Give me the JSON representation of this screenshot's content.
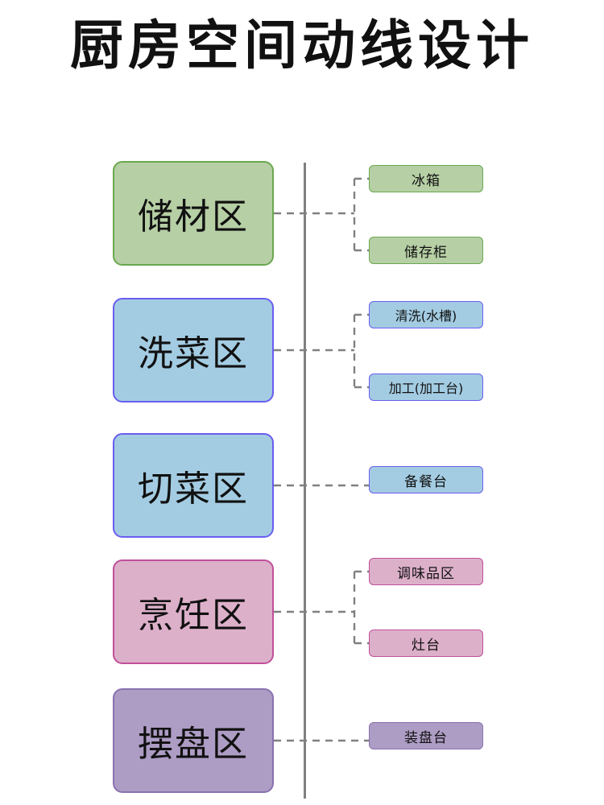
{
  "title": "厨房空间动线设计",
  "colors": {
    "spine": "#808080",
    "connector": "#808080",
    "green_fill": "#b6cfa5",
    "green_stroke": "#6aa84f",
    "blue_fill": "#a3cce2",
    "blue_stroke": "#6a5df0",
    "pink_fill": "#ddb0ca",
    "pink_stroke": "#c0509a",
    "purple_fill": "#ad9cc4",
    "purple_stroke": "#8a72b0",
    "text": "#111111",
    "background": "#ffffff"
  },
  "diagram": {
    "type": "flow-spine",
    "orientation": "vertical",
    "zones": [
      {
        "id": "storage",
        "label": "储材区",
        "fill": "#b6cfa5",
        "stroke": "#6aa84f",
        "items": [
          {
            "label": "冰箱"
          },
          {
            "label": "储存柜"
          }
        ]
      },
      {
        "id": "washing",
        "label": "洗菜区",
        "fill": "#a3cce2",
        "stroke": "#6a5df0",
        "items": [
          {
            "label": "清洗(水槽)"
          },
          {
            "label": "加工(加工台)"
          }
        ]
      },
      {
        "id": "cutting",
        "label": "切菜区",
        "fill": "#a3cce2",
        "stroke": "#6a5df0",
        "items": [
          {
            "label": "备餐台"
          }
        ]
      },
      {
        "id": "cooking",
        "label": "烹饪区",
        "fill": "#ddb0ca",
        "stroke": "#c0509a",
        "items": [
          {
            "label": "调味品区"
          },
          {
            "label": "灶台"
          }
        ]
      },
      {
        "id": "plating",
        "label": "摆盘区",
        "fill": "#ad9cc4",
        "stroke": "#8a72b0",
        "items": [
          {
            "label": "装盘台"
          }
        ]
      }
    ]
  }
}
